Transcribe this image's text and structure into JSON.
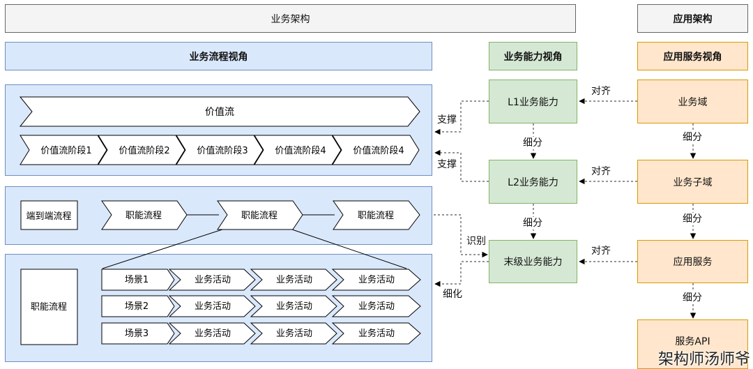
{
  "headers": {
    "business_architecture": "业务架构",
    "application_architecture": "应用架构",
    "business_process_view": "业务流程视角",
    "business_capability_view": "业务能力视角",
    "application_service_view": "应用服务视角"
  },
  "value_stream": {
    "title": "价值流",
    "stages": [
      "价值流阶段1",
      "价值流阶段2",
      "价值流阶段3",
      "价值流阶段4",
      "价值流阶段4"
    ]
  },
  "end_to_end": {
    "label": "端到端流程",
    "processes": [
      "职能流程",
      "职能流程",
      "职能流程"
    ]
  },
  "functional_process": {
    "label": "职能流程",
    "rows": [
      {
        "scene": "场景1",
        "activities": [
          "业务活动",
          "业务活动",
          "业务活动"
        ]
      },
      {
        "scene": "场景2",
        "activities": [
          "业务活动",
          "业务活动",
          "业务活动"
        ]
      },
      {
        "scene": "场景3",
        "activities": [
          "业务活动",
          "业务活动",
          "业务活动"
        ]
      }
    ]
  },
  "capabilities": {
    "l1": "L1业务能力",
    "l2": "L2业务能力",
    "leaf": "末级业务能力"
  },
  "services": {
    "domain": "业务域",
    "subdomain": "业务子域",
    "service": "应用服务",
    "api": "服务API"
  },
  "edge_labels": {
    "support1": "支撑",
    "support2": "支撑",
    "identify": "识别",
    "refine": "细化",
    "split_cap1": "细分",
    "split_cap2": "细分",
    "split_svc1": "细分",
    "split_svc2": "细分",
    "split_svc3": "细分",
    "align1": "对齐",
    "align2": "对齐",
    "align3": "对齐"
  },
  "watermark": "架构师汤师爷"
}
